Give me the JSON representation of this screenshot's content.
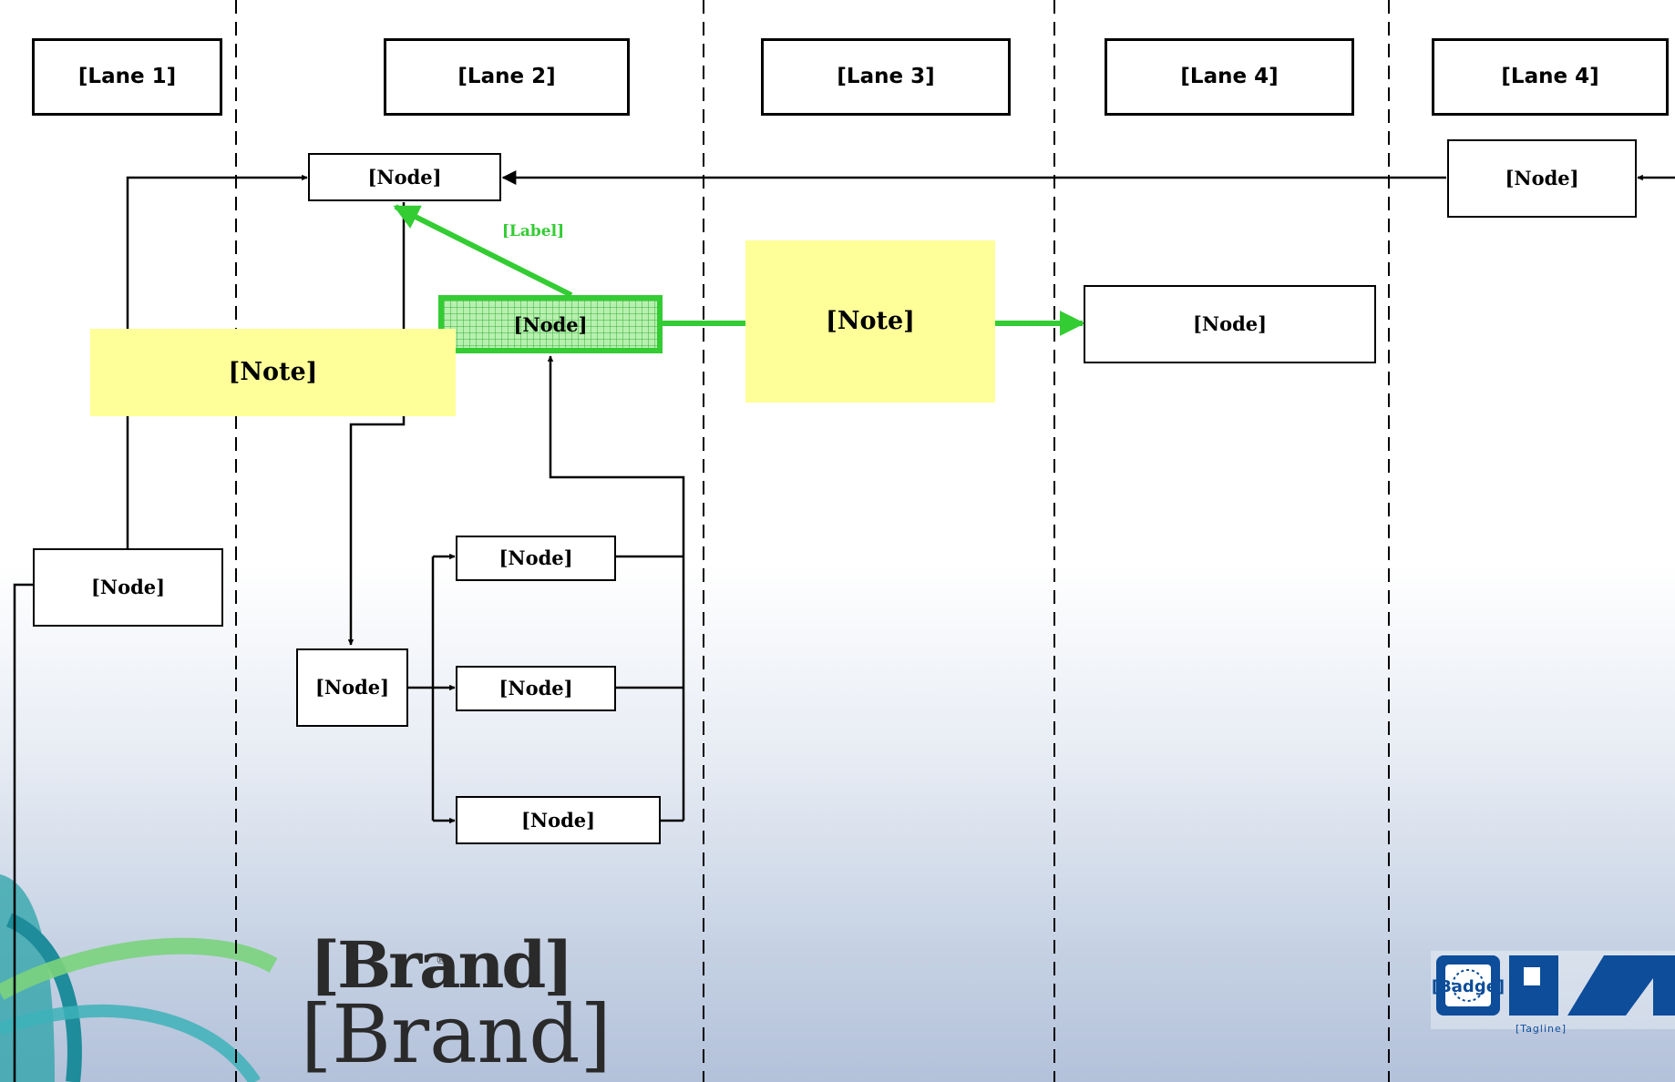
{
  "lanes": [
    "[Lane 1]",
    "[Lane 2]",
    "[Lane 3]",
    "[Lane 4]",
    "[Lane 4]"
  ],
  "nodes": {
    "identification": "[Node]",
    "proposing": "[Node]",
    "approval": "[Node]",
    "next_cycle": "[Label]",
    "planning_management": "[Node]",
    "closing": "[Node]",
    "creation": "[Node]",
    "evaluation": "[Node]",
    "balancing": "[Node]",
    "strategic_planning": "[Node]"
  },
  "notes": {
    "register": "[Note]",
    "preparation": "[Note]"
  },
  "branding": {
    "pmi": "[Brand]",
    "congress": "[Brand]",
    "registered": "®",
    "logo_badge": "[Badge]",
    "logo_tagline": "[Tagline]"
  },
  "colors": {
    "accent_green": "#33cc33",
    "note_yellow": "#ffff99",
    "approval_fill": "#b8f0b0",
    "logo_blue": "#0d4d9a"
  }
}
